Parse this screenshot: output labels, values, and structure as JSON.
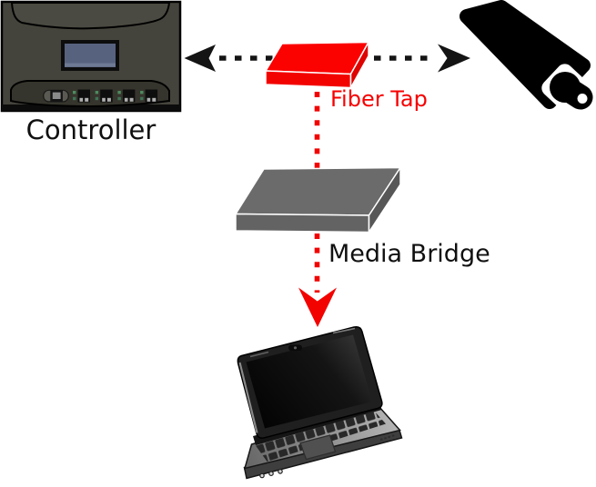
{
  "labels": {
    "controller": "Controller",
    "fiber_tap": "Fiber Tap",
    "media_bridge": "Media Bridge"
  },
  "colors": {
    "background": "#ffffff",
    "tap_red": "#f70000",
    "link_black": "#141414",
    "bridge_gray": "#666666",
    "controller_body": "#45443c",
    "controller_screen": "#57627e",
    "label_text": "#101010"
  },
  "devices": [
    {
      "id": "controller",
      "label": "Controller",
      "type": "rack-controller"
    },
    {
      "id": "fiber-tap",
      "label": "Fiber Tap",
      "type": "tap-module",
      "color": "#f70000"
    },
    {
      "id": "fiber-connector",
      "label": "",
      "type": "black-fiber-connector"
    },
    {
      "id": "media-bridge",
      "label": "Media Bridge",
      "type": "bridge-module",
      "color": "#666666"
    },
    {
      "id": "laptop",
      "label": "",
      "type": "laptop"
    }
  ],
  "connections": [
    {
      "from": "controller",
      "to": "fiber-connector",
      "via": "fiber-tap",
      "style": "dashed",
      "color": "#141414",
      "arrows": "both-ends"
    },
    {
      "from": "fiber-tap",
      "to": "laptop",
      "via": "media-bridge",
      "style": "dashed",
      "color": "#f70000",
      "arrows": "end"
    }
  ]
}
